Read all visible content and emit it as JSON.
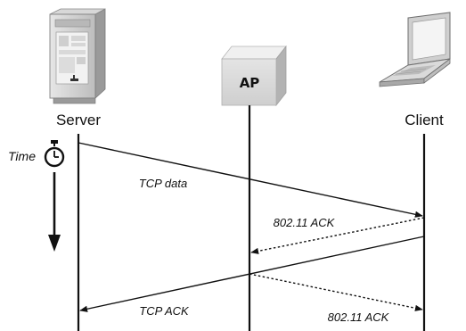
{
  "nodes": {
    "server": {
      "label": "Server",
      "icon": "server-tower-icon"
    },
    "ap": {
      "label": "AP",
      "icon": "access-point-box-icon"
    },
    "client": {
      "label": "Client",
      "icon": "laptop-icon"
    }
  },
  "time_axis": {
    "label": "Time",
    "icon": "stopwatch-icon"
  },
  "messages": [
    {
      "id": "tcp-data",
      "label": "TCP data",
      "from": "server",
      "to": "client",
      "style": "solid"
    },
    {
      "id": "ack-1",
      "label": "802.11 ACK",
      "from": "client",
      "to": "ap",
      "style": "dotted"
    },
    {
      "id": "tcp-ack",
      "label": "TCP ACK",
      "from": "client",
      "to": "server",
      "style": "solid"
    },
    {
      "id": "ack-2",
      "label": "802.11 ACK",
      "from": "ap",
      "to": "client",
      "style": "dotted"
    }
  ]
}
